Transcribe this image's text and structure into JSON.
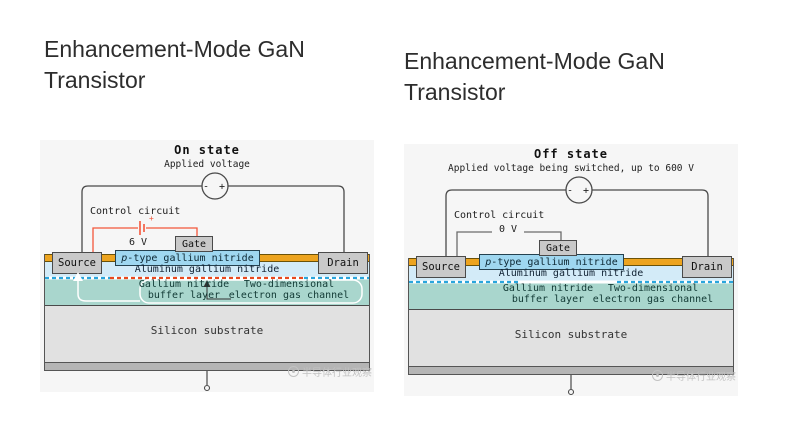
{
  "page": {
    "background": "#ffffff"
  },
  "titles": {
    "left": "Enhancement-Mode GaN Transistor",
    "right": "Enhancement-Mode GaN Transistor"
  },
  "watermark": {
    "text": "半导体行业观察",
    "icon": "aperture-logo-icon"
  },
  "colors": {
    "panel_bg": "#f6f6f6",
    "wire": "#4a4a4a",
    "control_on": "#f4573b",
    "control_off": "#6b6b6b",
    "metal_orange": "#eda41f",
    "box_gray": "#c9c9c9",
    "pgan_blue": "#9fd7f0",
    "algan_blue": "#d3ebf8",
    "buffer_teal": "#a9d6cd",
    "silicon_gray": "#e1e1e1",
    "base_gray": "#b5b5b5",
    "channel_blue": "#2aa5dc",
    "channel_red": "#e8491f",
    "callout_white": "#ffffff",
    "text_dark": "#222222",
    "watermark_gray": "#c2c2c2"
  },
  "diagrams": [
    {
      "state_title": "On state",
      "subtitle": "Applied voltage",
      "vsource_label": "- +",
      "control_label": "Control circuit",
      "control_voltage": "6 V",
      "battery_plus": "+",
      "control_color": "#f4573b",
      "source_label": "Source",
      "gate_label": "Gate",
      "drain_label": "Drain",
      "pgan_prefix": "p",
      "pgan_rest": "-type gallium nitride",
      "algan_label": "Aluminum gallium nitride",
      "buffer_line1": "Gallium nitride",
      "buffer_line2": "buffer layer",
      "channel_line1": "Two-dimensional",
      "channel_line2": "electron gas channel",
      "substrate_label": "Silicon substrate",
      "channel_state": "connected"
    },
    {
      "state_title": "Off state",
      "subtitle": "Applied voltage being switched, up to 600 V",
      "vsource_label": "- +",
      "control_label": "Control circuit",
      "control_voltage": "0 V",
      "control_color": "#6b6b6b",
      "source_label": "Source",
      "gate_label": "Gate",
      "drain_label": "Drain",
      "pgan_prefix": "p",
      "pgan_rest": "-type gallium nitride",
      "algan_label": "Aluminum gallium nitride",
      "buffer_line1": "Gallium nitride",
      "buffer_line2": "buffer layer",
      "channel_line1": "Two-dimensional",
      "channel_line2": "electron gas channel",
      "substrate_label": "Silicon substrate",
      "channel_state": "depleted under gate"
    }
  ]
}
